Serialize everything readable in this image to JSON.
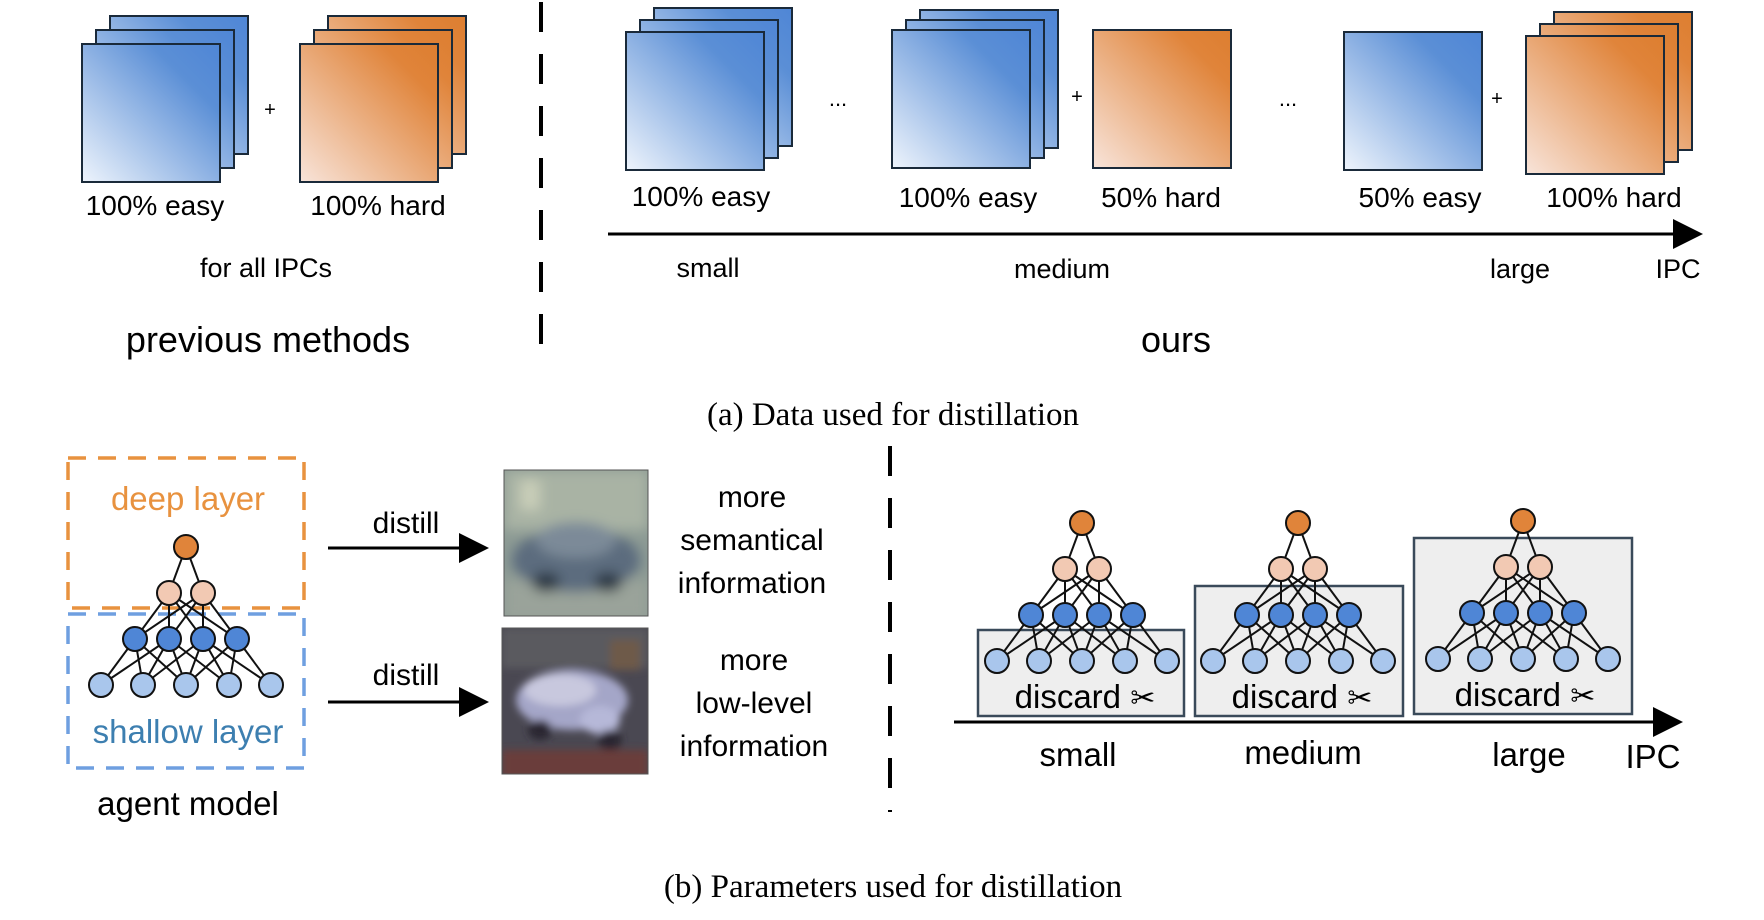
{
  "colors": {
    "easy_light": "#e8f0fa",
    "easy_dark": "#5b8fd6",
    "hard_light": "#f6ddd0",
    "hard_dark": "#e0843a",
    "node_top": "#e0843a",
    "node_mid": "#f2c9b3",
    "node_blue": "#4f86d6",
    "node_light": "#a9c6ec",
    "deep_border": "#e8923f",
    "deep_text": "#e8923f",
    "shallow_border": "#6f9fe0",
    "shallow_text": "#3d7fb0",
    "discard_fill": "#eeeeee"
  },
  "part_a": {
    "previous": {
      "easy_label": "100% easy",
      "plus": "+",
      "hard_label": "100% hard",
      "note": "for all IPCs",
      "title": "previous methods"
    },
    "ours": {
      "groups": [
        {
          "label": "100% easy"
        },
        {
          "label": "100% easy"
        },
        {
          "label": "50% hard"
        },
        {
          "label": "50% easy"
        },
        {
          "label": "100% hard"
        }
      ],
      "plus": "+",
      "ellipsis": "...",
      "axis": {
        "small": "small",
        "medium": "medium",
        "large": "large",
        "end": "IPC"
      },
      "title": "ours"
    },
    "caption": "(a) Data used for distillation"
  },
  "part_b": {
    "deep_label": "deep layer",
    "shallow_label": "shallow layer",
    "agent_label": "agent model",
    "distill_top": "distill",
    "distill_bottom": "distill",
    "top_info": [
      "more",
      "semantical",
      "information"
    ],
    "bottom_info": [
      "more",
      "low-level",
      "information"
    ],
    "discard_label": "discard",
    "scissors": "✂",
    "axis": {
      "small": "small",
      "medium": "medium",
      "large": "large",
      "end": "IPC"
    },
    "caption": "(b) Parameters used for distillation"
  }
}
